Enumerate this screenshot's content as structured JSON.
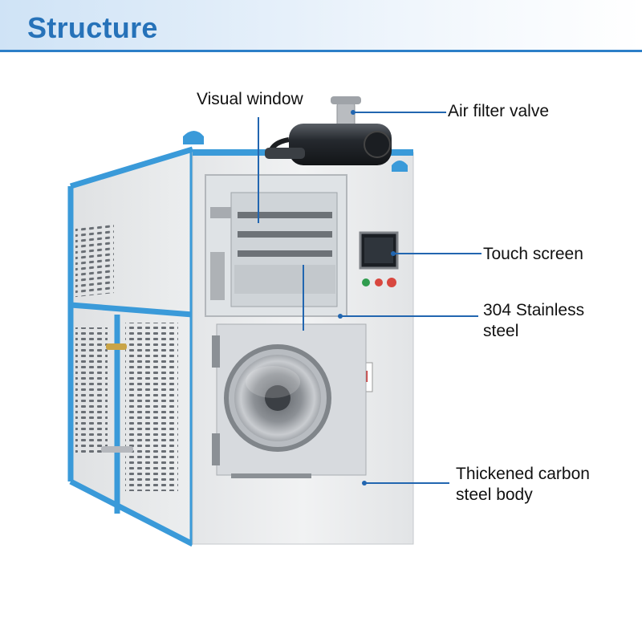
{
  "header": {
    "title": "Structure"
  },
  "callouts": {
    "visual_window": "Visual window",
    "air_filter_valve": "Air filter valve",
    "touch_screen": "Touch screen",
    "stainless_steel": "304 Stainless steel",
    "carbon_steel_body": "Thickened carbon steel body"
  },
  "colors": {
    "accent": "#2c7fc8",
    "title": "#2672b9",
    "frame": "#3a9ad9",
    "body": "#ecedee",
    "leader_line": "#2266b0"
  }
}
